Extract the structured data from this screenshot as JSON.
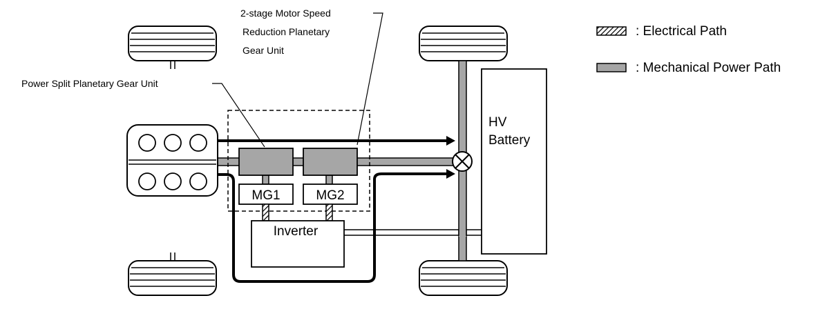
{
  "legend": {
    "electrical": ": Electrical Path",
    "mechanical": ": Mechanical Power Path"
  },
  "labels": {
    "reduction_unit": [
      "2-stage Motor Speed",
      "Reduction Planetary",
      "Gear Unit"
    ],
    "power_split": "Power Split Planetary Gear Unit",
    "mg1": "MG1",
    "mg2": "MG2",
    "inverter": "Inverter",
    "battery": [
      "HV",
      "Battery"
    ]
  },
  "colors": {
    "mechanical_fill": "#a6a6a6",
    "stroke": "#000000",
    "background": "#ffffff"
  }
}
